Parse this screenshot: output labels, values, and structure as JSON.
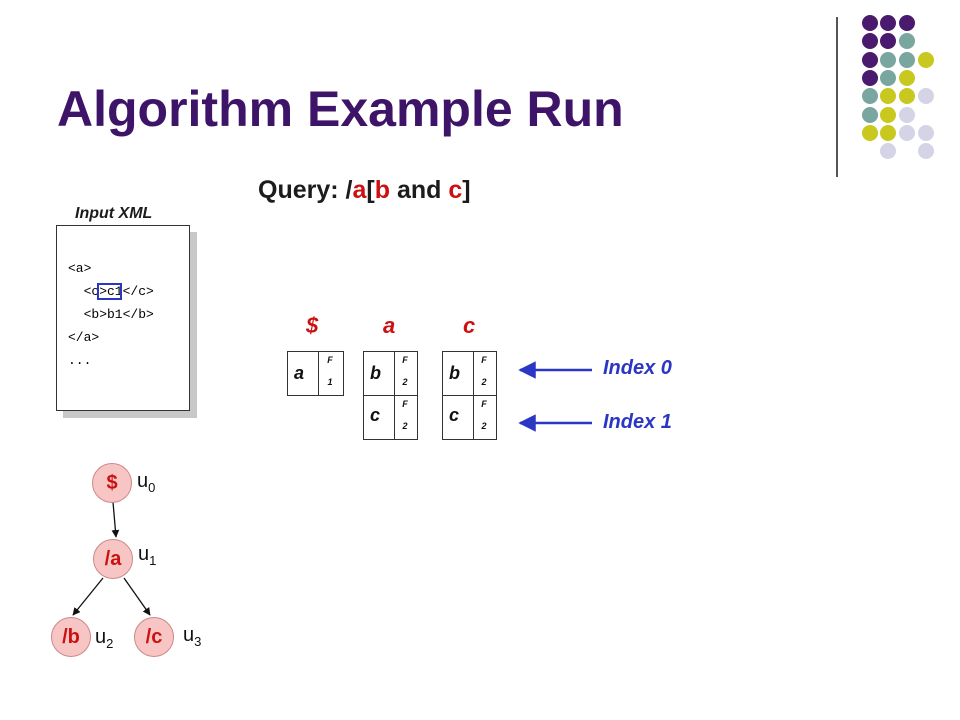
{
  "slide": {
    "title": "Algorithm Example Run",
    "query": {
      "prefix": "Query: /",
      "a": "a",
      "open": "[",
      "b": "b",
      "and": " and ",
      "c": "c",
      "close": "]"
    }
  },
  "xml": {
    "label": "Input XML",
    "lines": [
      "<a>",
      "  <c>c1</c>",
      "  <b>b1</b>",
      "</a>",
      "..."
    ]
  },
  "stacks": {
    "headers": [
      "$",
      "a",
      "c"
    ],
    "cells": {
      "s0": {
        "big": "a",
        "flag": "F",
        "num": "1"
      },
      "s1_top": {
        "big": "b",
        "flag": "F",
        "num": "2"
      },
      "s1_bot": {
        "big": "c",
        "flag": "F",
        "num": "2"
      },
      "s2_top": {
        "big": "b",
        "flag": "F",
        "num": "2"
      },
      "s2_bot": {
        "big": "c",
        "flag": "F",
        "num": "2"
      }
    },
    "index_labels": [
      "Index 0",
      "Index 1"
    ]
  },
  "tree": {
    "nodes": [
      "$",
      "/a",
      "/b",
      "/c"
    ],
    "labels": [
      {
        "base": "u",
        "sub": "0"
      },
      {
        "base": "u",
        "sub": "1"
      },
      {
        "base": "u",
        "sub": "2"
      },
      {
        "base": "u",
        "sub": "3"
      }
    ]
  },
  "colors": {
    "title": "#3d1468",
    "accent_red": "#cc1111",
    "index_blue": "#2b37c4",
    "node_fill": "#f7c6c4",
    "dot_purple": "#4a1a6e",
    "dot_teal": "#7aa6a0",
    "dot_yellow": "#c8c81e",
    "dot_lavender": "#d4d4e6"
  }
}
